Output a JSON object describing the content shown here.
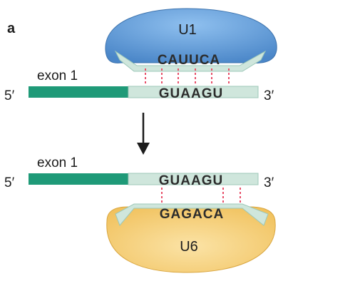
{
  "panel_label": "a",
  "top": {
    "snrna_label": "U1",
    "snrna_sequence": "CAUUCA",
    "exon_label": "exon 1",
    "five_prime": "5′",
    "three_prime": "3′",
    "intron_sequence": "GUAAGU"
  },
  "bottom": {
    "exon_label": "exon 1",
    "five_prime": "5′",
    "three_prime": "3′",
    "intron_sequence": "GUAAGU",
    "snrna_sequence": "GAGACA",
    "snrna_label": "U6"
  },
  "colors": {
    "exon": "#1f9a78",
    "intron_box": "#cfe6dc",
    "u1_fill": "#5f9bd8",
    "u6_fill": "#f6d078",
    "pair_line": "#e8506a",
    "arrow": "#1c1c1c"
  }
}
